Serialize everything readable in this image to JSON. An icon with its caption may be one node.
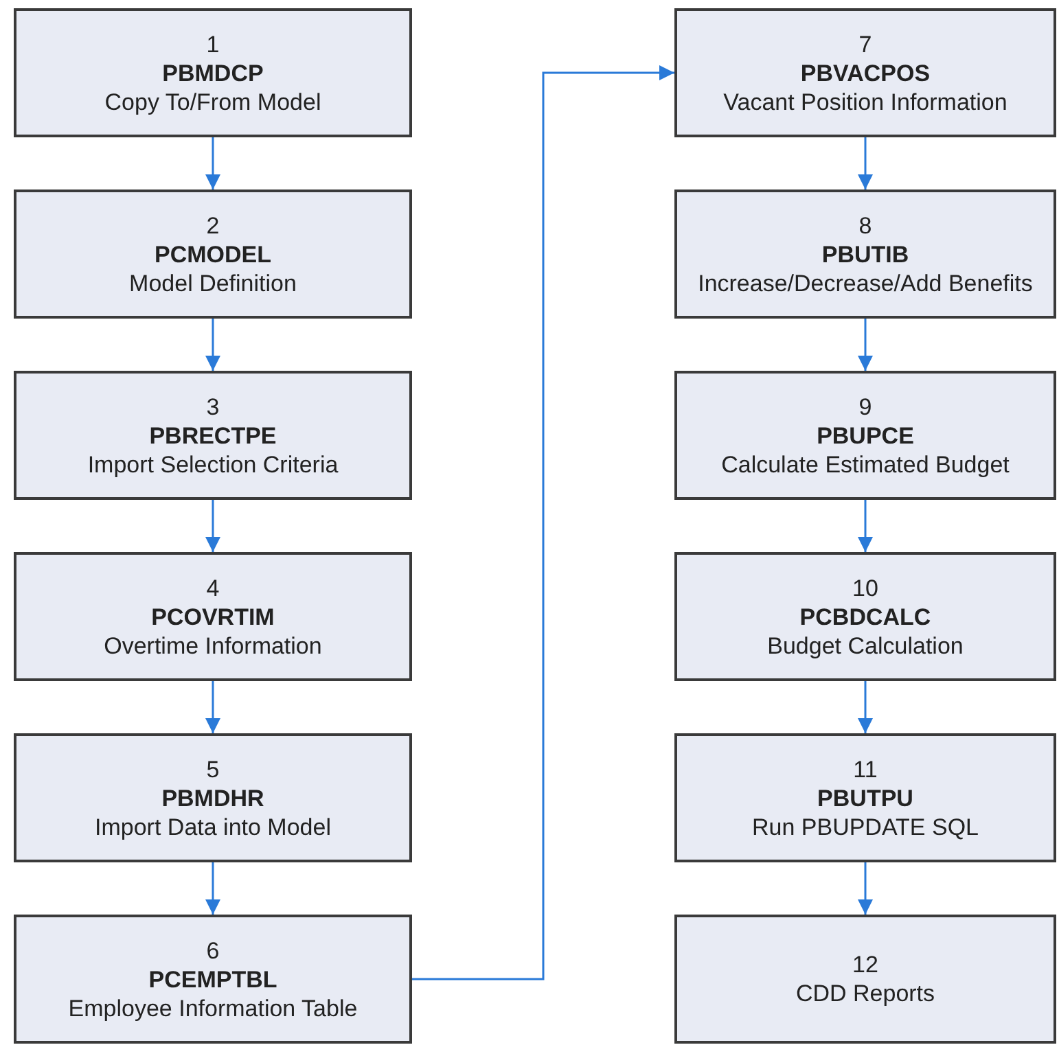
{
  "diagram": {
    "nodes": [
      {
        "text": [
          "1",
          "PBMDCP",
          "Copy To/From Model"
        ]
      },
      {
        "text": [
          "2",
          "PCMODEL",
          "Model Definition"
        ]
      },
      {
        "text": [
          "3",
          "PBRECTPE",
          "Import Selection Criteria"
        ]
      },
      {
        "text": [
          "4",
          "PCOVRTIM",
          "Overtime Information"
        ]
      },
      {
        "text": [
          "5",
          "PBMDHR",
          "Import Data into Model"
        ]
      },
      {
        "text": [
          "6",
          "PCEMPTBL",
          "Employee Information Table"
        ]
      },
      {
        "text": [
          "7",
          "PBVACPOS",
          "Vacant Position Information"
        ]
      },
      {
        "text": [
          "8",
          "PBUTIB",
          "Increase/Decrease/Add Benefits"
        ]
      },
      {
        "text": [
          "9",
          "PBUPCE",
          "Calculate Estimated Budget"
        ]
      },
      {
        "text": [
          "10",
          "PCBDCALC",
          "Budget Calculation"
        ]
      },
      {
        "text": [
          "11",
          "PBUTPU",
          "Run PBUPDATE SQL"
        ]
      },
      {
        "text": [
          "12",
          "CDD Reports"
        ]
      }
    ],
    "edges": [
      {
        "from": 0,
        "to": 1,
        "arrow": "to"
      },
      {
        "from": 1,
        "to": 2,
        "arrow": "to"
      },
      {
        "from": 2,
        "to": 3,
        "arrow": "to"
      },
      {
        "from": 3,
        "to": 4,
        "arrow": "to"
      },
      {
        "from": 4,
        "to": 5,
        "arrow": "to"
      },
      {
        "from": 5,
        "to": 6,
        "arrow": "to"
      },
      {
        "from": 6,
        "to": 7,
        "arrow": "to"
      },
      {
        "from": 7,
        "to": 8,
        "arrow": "to"
      },
      {
        "from": 8,
        "to": 9,
        "arrow": "to"
      },
      {
        "from": 9,
        "to": 10,
        "arrow": "to"
      },
      {
        "from": 10,
        "to": 11,
        "arrow": "to"
      }
    ]
  }
}
